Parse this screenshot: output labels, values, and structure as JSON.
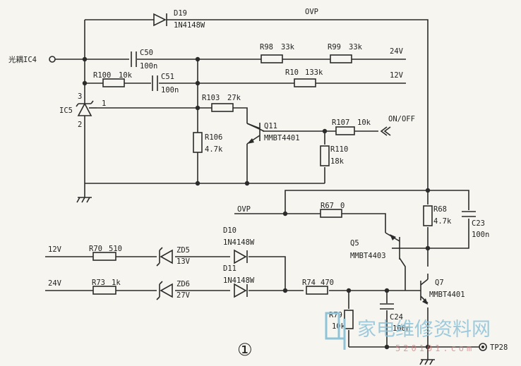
{
  "labels": {
    "ovp_top": "OVP",
    "ovp_mid": "OVP",
    "optocoupler": "光耦IC4",
    "v24_top": "24V",
    "v12_top": "12V",
    "on_off": "ON/OFF",
    "v12_left": "12V",
    "v24_left": "24V",
    "tp28": "TP28",
    "figure_number": "①",
    "ic5_name": "IC5",
    "ic5_pin3": "3",
    "ic5_pin2": "2",
    "ic5_pin1": "1"
  },
  "components": {
    "d19": {
      "name": "D19",
      "value": "1N4148W"
    },
    "c50": {
      "name": "C50",
      "value": "100n"
    },
    "r98": {
      "name": "R98",
      "value": "33k"
    },
    "r99": {
      "name": "R99",
      "value": "33k"
    },
    "r100": {
      "name": "R100",
      "value": "10k"
    },
    "c51": {
      "name": "C51",
      "value": "100n"
    },
    "r10": {
      "name": "R10",
      "value": "133k"
    },
    "r103": {
      "name": "R103",
      "value": "27k"
    },
    "q11": {
      "name": "Q11",
      "value": "MMBT4401"
    },
    "r106": {
      "name": "R106",
      "value": "4.7k"
    },
    "r107": {
      "name": "R107",
      "value": "10k"
    },
    "r110": {
      "name": "R110",
      "value": "18k"
    },
    "r67": {
      "name": "R67",
      "value": "0"
    },
    "r68": {
      "name": "R68",
      "value": "4.7k"
    },
    "c23": {
      "name": "C23",
      "value": "100n"
    },
    "q5": {
      "name": "Q5",
      "value": "MMBT4403"
    },
    "r70": {
      "name": "R70",
      "value": "510"
    },
    "zd5": {
      "name": "ZD5",
      "value": "13V"
    },
    "d10": {
      "name": "D10",
      "value": "1N4148W"
    },
    "d11": {
      "name": "D11",
      "value": "1N4148W"
    },
    "r73": {
      "name": "R73",
      "value": "1k"
    },
    "zd6": {
      "name": "ZD6",
      "value": "27V"
    },
    "r74": {
      "name": "R74",
      "value": "470"
    },
    "r79": {
      "name": "R79",
      "value": "10k"
    },
    "c24": {
      "name": "C24",
      "value": "100n"
    },
    "q7": {
      "name": "Q7",
      "value": "MMBT4401"
    }
  },
  "watermark": {
    "text": "家电维修资料网",
    "url": "520101.com"
  },
  "colors": {
    "ink": "#2b2b2b",
    "paper": "#f6f5f0",
    "watermark": "#8fc3d8"
  }
}
